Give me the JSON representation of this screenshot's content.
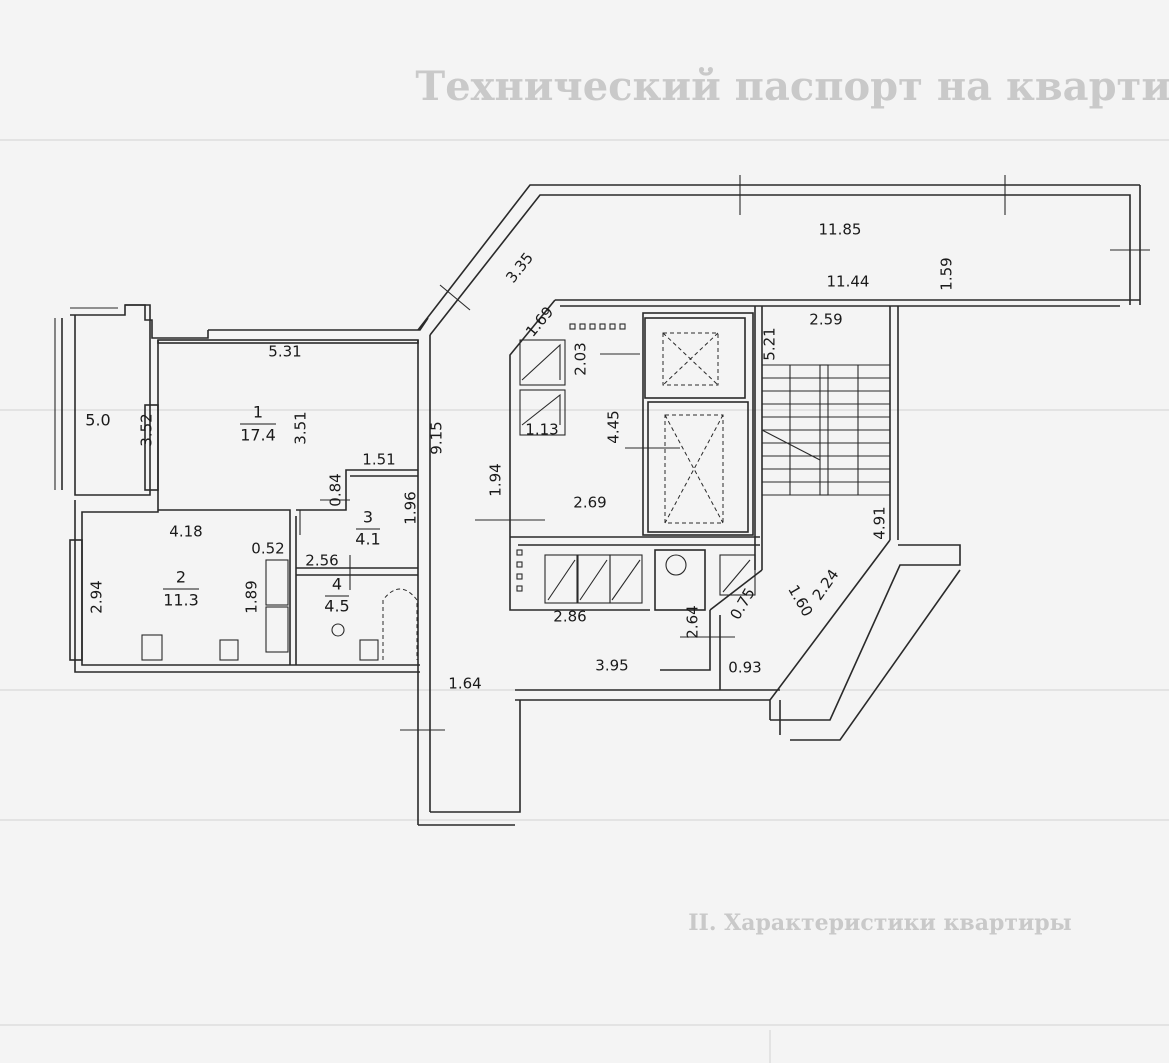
{
  "background_text": {
    "title": "Технический паспорт на квартиру",
    "section": "II. Характеристики квартиры"
  },
  "rooms": [
    {
      "number": "1",
      "area": "17.4"
    },
    {
      "number": "2",
      "area": "11.3"
    },
    {
      "number": "3",
      "area": "4.1"
    },
    {
      "number": "4",
      "area": "4.5"
    }
  ],
  "balcony_area": "5.0",
  "dimensions": [
    "5.31",
    "3.52",
    "3.51",
    "9.15",
    "1.51",
    "0.84",
    "1.96",
    "4.18",
    "0.52",
    "2.56",
    "2.94",
    "1.89",
    "1.64",
    "3.35",
    "11.85",
    "1.59",
    "11.44",
    "1.69",
    "2.03",
    "1.13",
    "4.45",
    "1.94",
    "2.69",
    "2.59",
    "5.21",
    "4.91",
    "2.86",
    "2.64",
    "0.75",
    "1.60",
    "2.24",
    "0.93",
    "3.95"
  ]
}
